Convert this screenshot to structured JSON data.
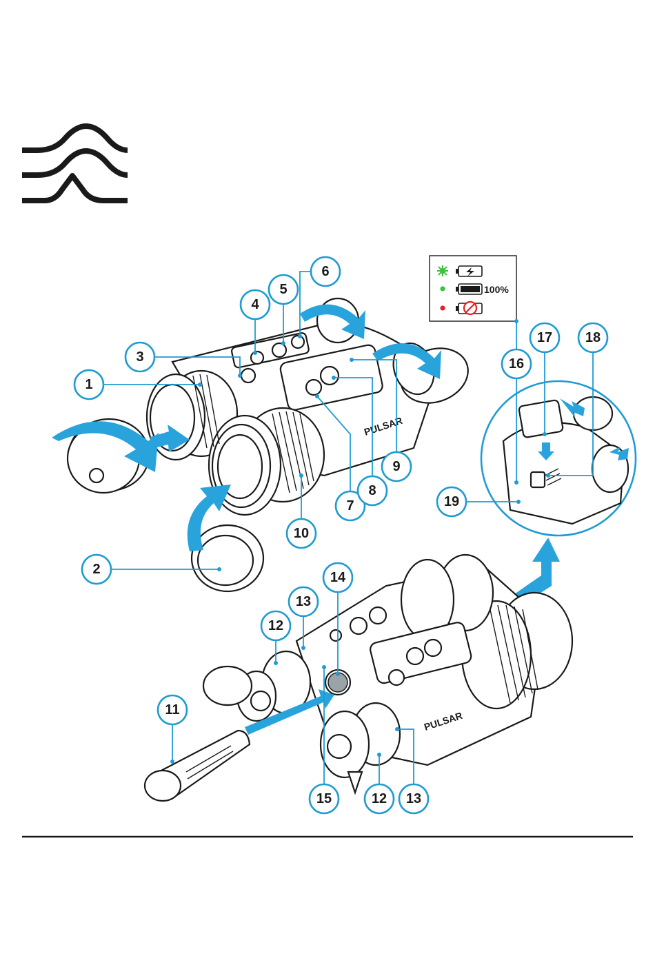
{
  "brand": "PULSAR",
  "legend": {
    "rows": [
      {
        "led_color": "#39c23a",
        "led_type": "blinking",
        "icon": "battery-charging-icon",
        "text": ""
      },
      {
        "led_color": "#39c23a",
        "led_type": "solid",
        "icon": "battery-full-icon",
        "text": "100%"
      },
      {
        "led_color": "#e32222",
        "led_type": "solid",
        "icon": "battery-error-icon",
        "text": ""
      }
    ]
  },
  "callouts": [
    "1",
    "2",
    "3",
    "4",
    "5",
    "6",
    "7",
    "8",
    "9",
    "10",
    "11",
    "12",
    "13",
    "14",
    "15",
    "16",
    "17",
    "18",
    "19",
    "12",
    "13"
  ],
  "colors": {
    "accent": "#1f9bd3",
    "arrow": "#29a3dc",
    "ink": "#1a1a1a"
  },
  "icons": {
    "header": "heat-waves-icon"
  }
}
